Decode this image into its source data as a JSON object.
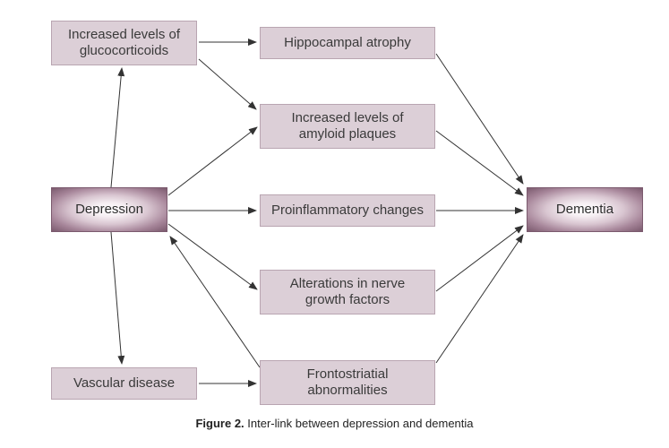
{
  "nodes": {
    "glucocorticoids": "Increased levels of\nglucocorticoids",
    "hippocampal": "Hippocampal atrophy",
    "amyloid": "Increased levels of\namyloid plaques",
    "depression": "Depression",
    "proinflammatory": "Proinflammatory changes",
    "dementia": "Dementia",
    "nerve_growth": "Alterations in nerve\ngrowth factors",
    "vascular": "Vascular disease",
    "frontostriatial": "Frontostriatial\nabnormalities"
  },
  "edges": [
    {
      "from": "Depression",
      "to": "Increased levels of glucocorticoids"
    },
    {
      "from": "Depression",
      "to": "Vascular disease"
    },
    {
      "from": "Depression",
      "to": "Increased levels of amyloid plaques"
    },
    {
      "from": "Depression",
      "to": "Proinflammatory changes"
    },
    {
      "from": "Depression",
      "to": "Alterations in nerve growth factors"
    },
    {
      "from": "Frontostriatial abnormalities",
      "to": "Depression"
    },
    {
      "from": "Increased levels of glucocorticoids",
      "to": "Hippocampal atrophy"
    },
    {
      "from": "Increased levels of glucocorticoids",
      "to": "Increased levels of amyloid plaques"
    },
    {
      "from": "Vascular disease",
      "to": "Frontostriatial abnormalities"
    },
    {
      "from": "Hippocampal atrophy",
      "to": "Dementia"
    },
    {
      "from": "Increased levels of amyloid plaques",
      "to": "Dementia"
    },
    {
      "from": "Proinflammatory changes",
      "to": "Dementia"
    },
    {
      "from": "Alterations in nerve growth factors",
      "to": "Dementia"
    },
    {
      "from": "Frontostriatial abnormalities",
      "to": "Dementia"
    }
  ],
  "caption": {
    "label": "Figure 2.",
    "text": "Inter-link between depression and dementia"
  },
  "colors": {
    "box_fill": "#dccfd7",
    "box_border": "#b9a5b1",
    "highlight_edge": "#7b5a6e",
    "arrow": "#333333"
  }
}
